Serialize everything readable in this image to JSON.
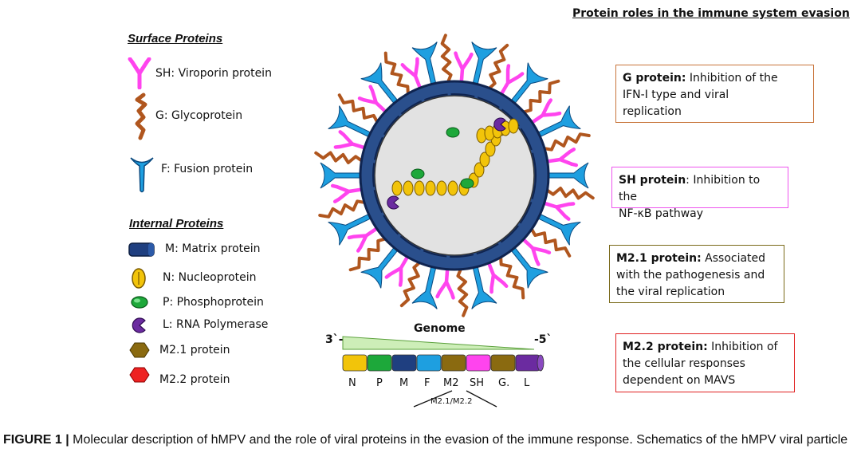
{
  "right_header": "Protein roles in the immune system evasion",
  "legend": {
    "surface_title": "Surface Proteins",
    "surface": [
      {
        "icon": "sh-icon",
        "label": "SH: Viroporin protein"
      },
      {
        "icon": "g-glycoprotein-icon",
        "label": "G: Glycoprotein"
      },
      {
        "icon": "f-fusion-icon",
        "label": "F: Fusion protein"
      }
    ],
    "internal_title": "Internal Proteins",
    "internal": [
      {
        "icon": "matrix-icon",
        "label": "M: Matrix protein"
      },
      {
        "icon": "nucleoprotein-icon",
        "label": "N: Nucleoprotein"
      },
      {
        "icon": "phosphoprotein-icon",
        "label": "P: Phosphoprotein"
      },
      {
        "icon": "rna-polymerase-icon",
        "label": "L: RNA Polymerase"
      },
      {
        "icon": "m21-hexagon-icon",
        "label": "M2.1 protein"
      },
      {
        "icon": "m22-hexagon-icon",
        "label": "M2.2 protein"
      }
    ]
  },
  "boxes": [
    {
      "title": "G protein:",
      "line1": " Inhibition of the",
      "line2": "IFN-I type and viral",
      "line3": "replication",
      "color": "#c8743a"
    },
    {
      "title": "SH protein",
      "line1": ": Inhibition to the",
      "line2": "NF-κB  pathway",
      "line3": "",
      "color": "#ee55ee"
    },
    {
      "title": "M2.1 protein:",
      "line1": " Associated",
      "line2": "with the pathogenesis and",
      "line3": "the viral replication",
      "color": "#7a6a1a"
    },
    {
      "title": "M2.2 protein:",
      "line1": "  Inhibition of",
      "line2": "the cellular responses",
      "line3": "dependent on MAVS",
      "color": "#e02020"
    }
  ],
  "genome": {
    "title": "Genome",
    "left_end": "3`-",
    "right_end": "-5`",
    "genes": [
      "N",
      "P",
      "M",
      "F",
      "M2",
      "SH",
      "G.",
      "L"
    ],
    "sub_label": "M2.1/M2.2"
  },
  "caption": {
    "bold": "FIGURE 1 |",
    "text": " Molecular description of hMPV and the role of viral proteins in the evasion of the immune response. Schematics of the hMPV viral particle"
  },
  "colors": {
    "sh": "#ff44ee",
    "g": "#b0561e",
    "f": "#1e9fe0",
    "matrix": "#1f3f80",
    "n": "#f2c40a",
    "p": "#1da83a",
    "l": "#6b2ba0",
    "m21": "#8a6a10",
    "m22": "#ee2222"
  }
}
